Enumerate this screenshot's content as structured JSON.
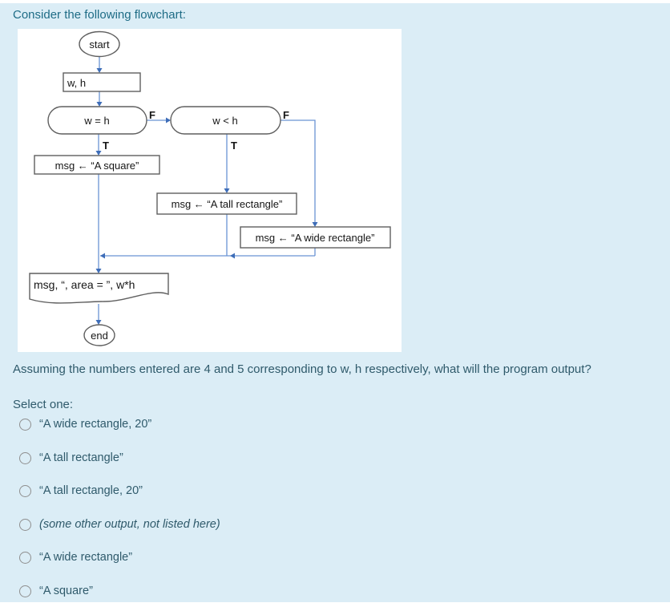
{
  "colors": {
    "panel_background": "#dbedf6",
    "title_text": "#1e6c86",
    "body_text": "#2f5a6b",
    "connector_blue": "#4f7dc4",
    "shape_outline": "#5f5f5f"
  },
  "page": {
    "title": "Consider the following flowchart:",
    "question": "Assuming the numbers entered are 4 and 5 corresponding to w, h respectively, what will the program output?",
    "select_prompt": "Select one:"
  },
  "flowchart": {
    "start": "start",
    "input": "w, h",
    "decision1": "w = h",
    "decision2": "w < h",
    "true_label": "T",
    "false_label": "F",
    "assign_square": "msg ← “A square”",
    "assign_tall": "msg ← “A tall rectangle”",
    "assign_wide": "msg ← “A wide rectangle”",
    "output": "msg, “, area = ”, w*h",
    "end": "end"
  },
  "options": [
    {
      "label": "“A wide rectangle, 20”"
    },
    {
      "label": "“A tall rectangle”"
    },
    {
      "label": "“A tall rectangle, 20”"
    },
    {
      "label": "(some other output, not listed here)"
    },
    {
      "label": "“A wide rectangle”"
    },
    {
      "label": "“A square”"
    }
  ]
}
